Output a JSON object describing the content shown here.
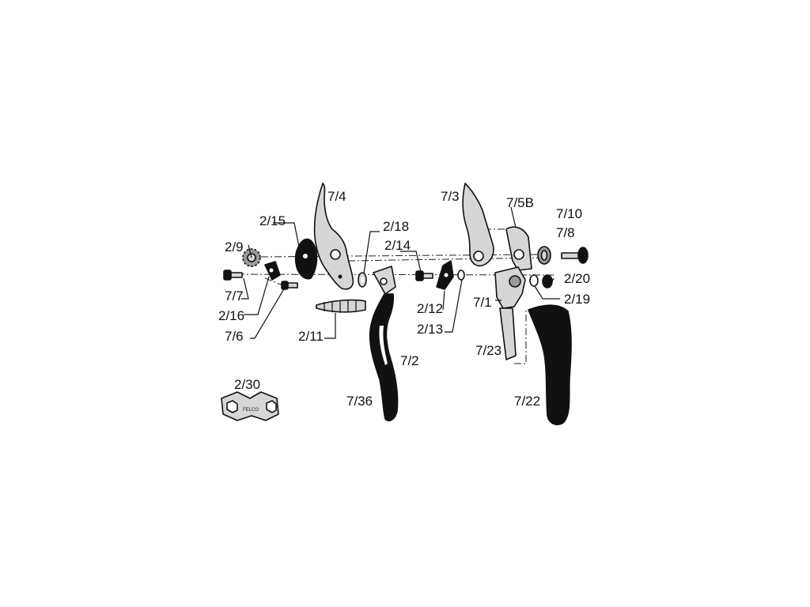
{
  "labels": {
    "l_7_4": "7/4",
    "l_2_15": "2/15",
    "l_2_18": "2/18",
    "l_2_14": "2/14",
    "l_2_9": "2/9",
    "l_7_7": "7/7",
    "l_2_16": "2/16",
    "l_7_6": "7/6",
    "l_2_11": "2/11",
    "l_2_12": "2/12",
    "l_2_13": "2/13",
    "l_7_2": "7/2",
    "l_7_36": "7/36",
    "l_7_3": "7/3",
    "l_7_5b": "7/5B",
    "l_7_10": "7/10",
    "l_7_8": "7/8",
    "l_2_20": "2/20",
    "l_2_19": "2/19",
    "l_7_1": "7/1",
    "l_7_23": "7/23",
    "l_7_22": "7/22",
    "l_2_30": "2/30"
  },
  "stamp": {
    "text": "FELCO"
  }
}
